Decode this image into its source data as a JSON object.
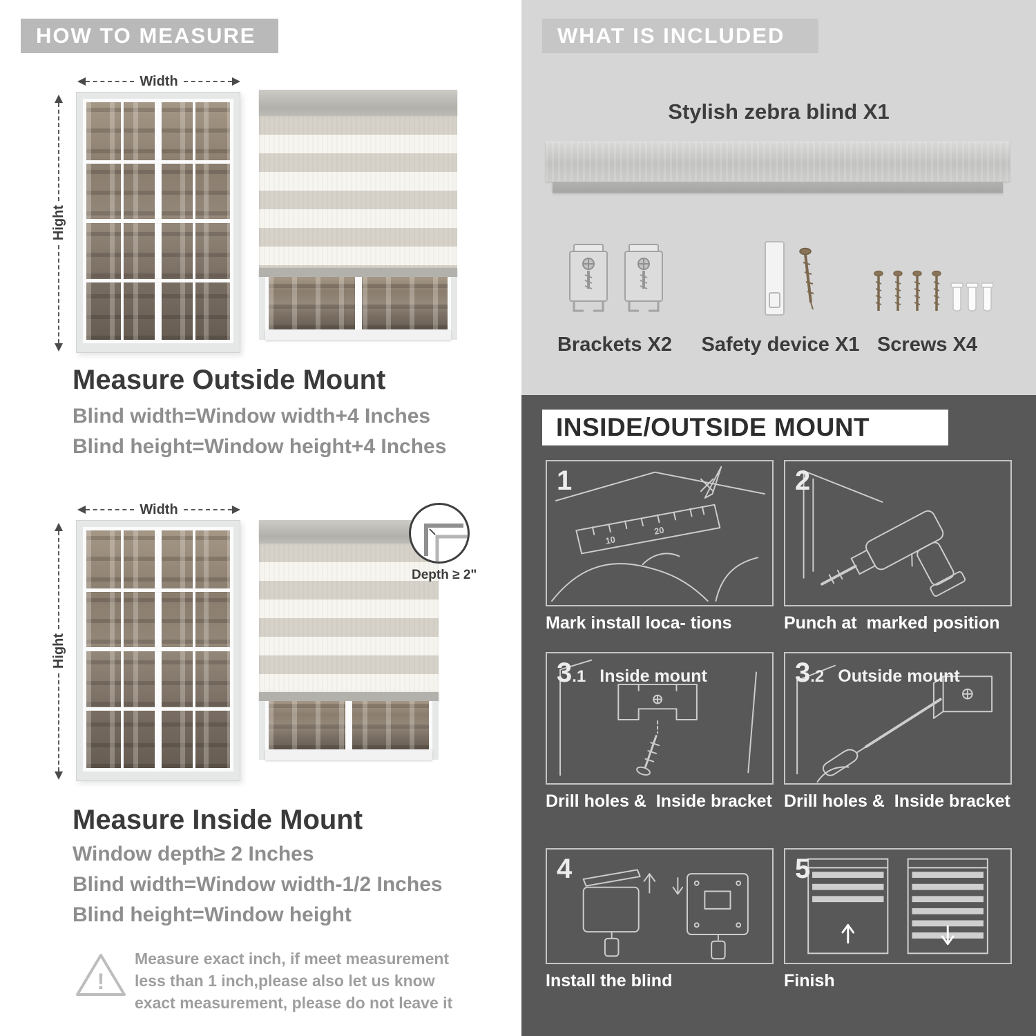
{
  "left": {
    "header": "HOW TO MEASURE",
    "outside": {
      "width_label": "Width",
      "height_label": "Hight",
      "title": "Measure Outside Mount",
      "lines": [
        "Blind width=Window width+4 Inches",
        "Blind height=Window height+4 Inches"
      ]
    },
    "inside": {
      "width_label": "Width",
      "height_label": "Hight",
      "depth_label": "Depth ≥ 2\"",
      "title": "Measure Inside Mount",
      "lines": [
        "Window depth≥ 2 Inches",
        "Blind width=Window width-1/2 Inches",
        "Blind height=Window height"
      ]
    },
    "warning_text": "Measure exact inch, if meet measurement less than 1 inch,please also let us know exact measurement, please do not leave it"
  },
  "right": {
    "included": {
      "header": "WHAT IS INCLUDED",
      "blind_label": "Stylish zebra blind X1",
      "items": [
        {
          "label": "Brackets X2",
          "icon": "bracket-icon"
        },
        {
          "label": "Safety device X1",
          "icon": "safety-device-icon"
        },
        {
          "label": "Screws X4",
          "icon": "screw-icon"
        }
      ]
    },
    "mount": {
      "header": "INSIDE/OUTSIDE MOUNT",
      "steps": [
        {
          "num": "1",
          "caption": "Mark install loca- tions"
        },
        {
          "num": "2",
          "caption": "Punch at  marked position"
        },
        {
          "num": "3",
          "numsub": ".1",
          "label": "Inside mount",
          "caption": "Drill holes &  Inside bracket"
        },
        {
          "num": "3",
          "numsub": ".2",
          "label": "Outside mount",
          "caption": "Drill holes &  Inside bracket"
        },
        {
          "num": "4",
          "caption": "Install the blind"
        },
        {
          "num": "5",
          "caption": "Finish"
        }
      ]
    }
  },
  "colors": {
    "header_gray": "#b9b9b9",
    "light_section": "#d6d6d6",
    "dark_section": "#585858",
    "stripe_solid": "#d6d2ca",
    "stripe_sheer": "#f7f5ef",
    "text_dark": "#3a3a3a",
    "text_gray": "#8e8e8e"
  }
}
